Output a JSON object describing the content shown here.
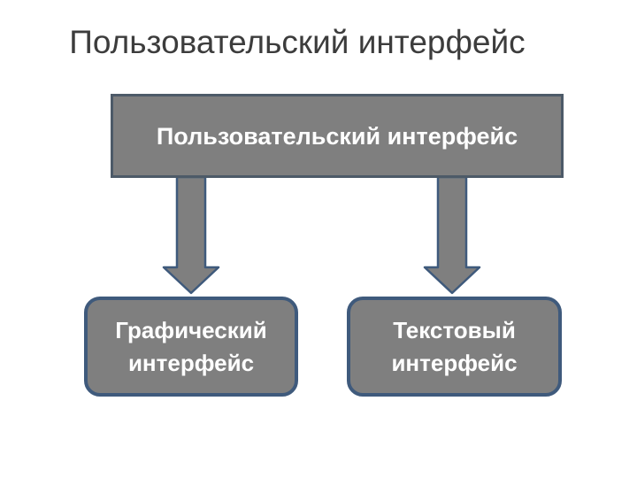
{
  "title": {
    "text": "Пользовательский интерфейс"
  },
  "diagram": {
    "root": {
      "label": "Пользовательский интерфейс"
    },
    "children": [
      {
        "label": "Графический интерфейс"
      },
      {
        "label": "Текстовый интерфейс"
      }
    ],
    "connectors": [
      {
        "from": "root",
        "to": "child-0",
        "shape": "block-arrow-down"
      },
      {
        "from": "root",
        "to": "child-1",
        "shape": "block-arrow-down"
      }
    ],
    "colors": {
      "shape_fill": "#7f7f7f",
      "root_border": "#4d5a68",
      "child_border": "#3f5a7c",
      "arrow_border": "#3f5a7c",
      "shape_text": "#ffffff",
      "title_text": "#3c3c3c",
      "background": "#ffffff"
    }
  }
}
